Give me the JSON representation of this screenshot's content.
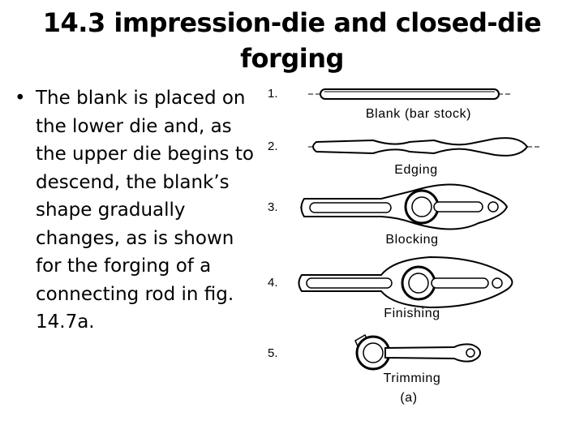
{
  "slide": {
    "title_line1": "14.3 impression-die and closed-die",
    "title_line2": "forging",
    "bullet_mark": "•",
    "bullet_text": "The blank is placed on the lower die and, as the upper die begins to descend, the blank’s shape gradually changes, as is shown for the forging of a connecting rod in fig. 14.7a."
  },
  "figure": {
    "steps": [
      {
        "number": "1.",
        "caption": "Blank (bar stock)"
      },
      {
        "number": "2.",
        "caption": "Edging"
      },
      {
        "number": "3.",
        "caption": "Blocking"
      },
      {
        "number": "4.",
        "caption": "Finishing"
      },
      {
        "number": "5.",
        "caption": "Trimming"
      }
    ],
    "label": "(a)"
  }
}
